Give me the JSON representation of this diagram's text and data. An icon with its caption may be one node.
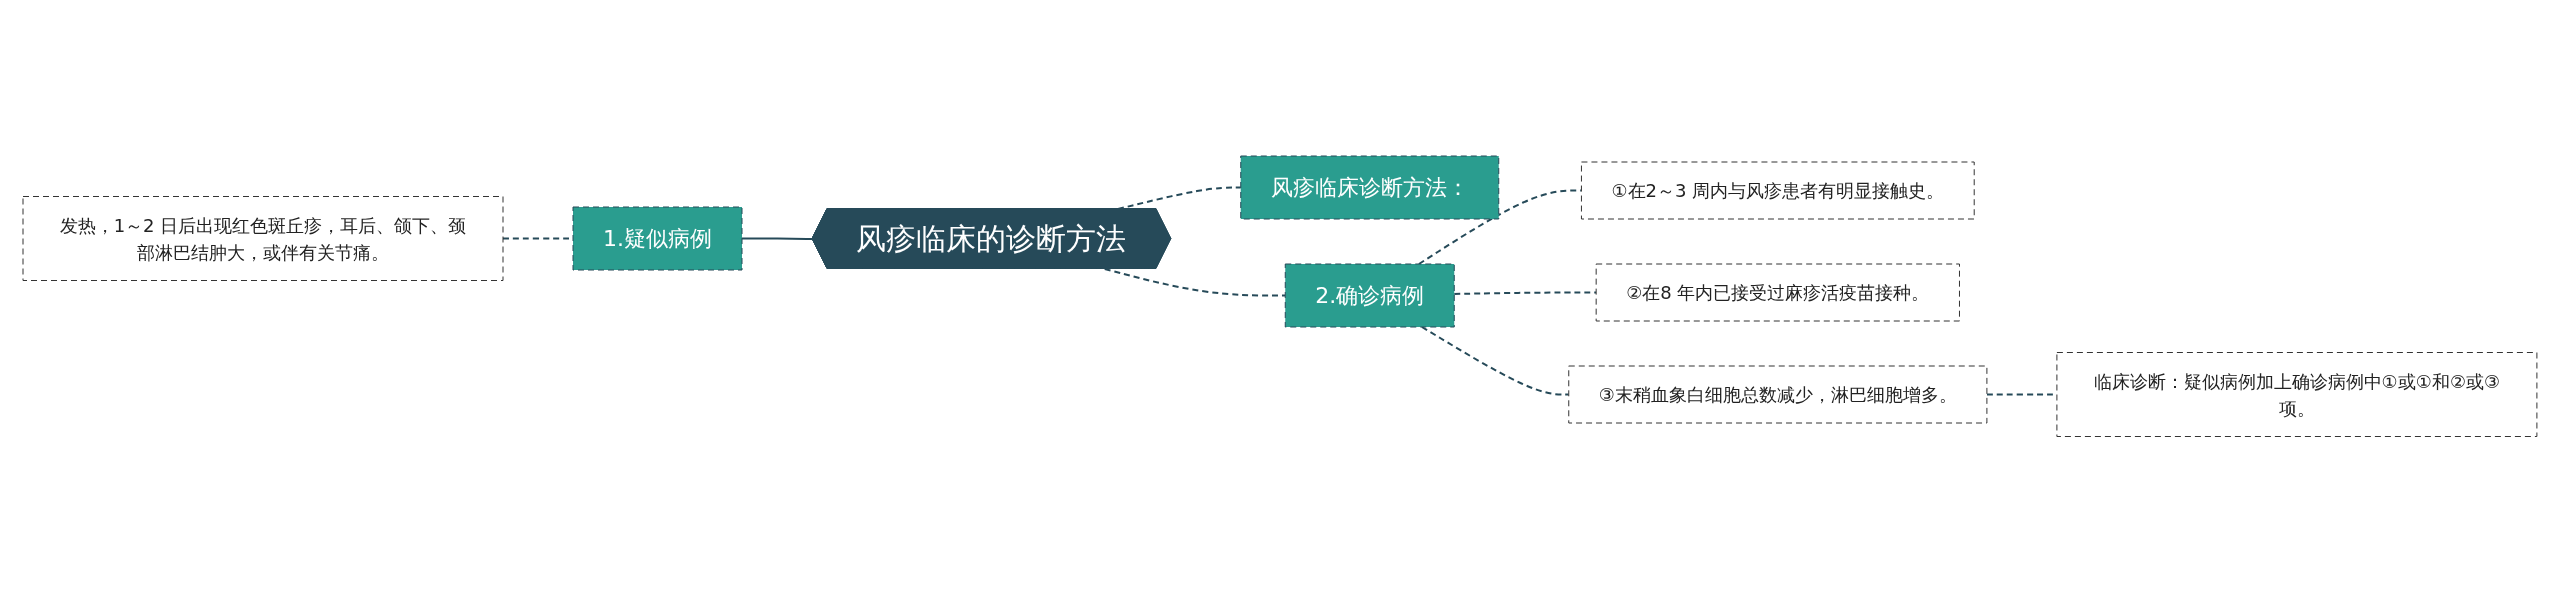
{
  "diagram": {
    "nodes": [
      {
        "text": [
          "发热，1～2 日后出现红色斑丘疹，耳后、颌下、颈部淋巴结肿大，或伴有关节痛。"
        ]
      },
      {
        "text": [
          "1.疑似病例"
        ]
      },
      {
        "text": [
          "风疹临床的诊断方法"
        ]
      },
      {
        "text": [
          "风疹临床诊断方法："
        ]
      },
      {
        "text": [
          "2.确诊病例"
        ]
      },
      {
        "text": [
          "①在2～3 周内与风疹患者有明显接触史。"
        ]
      },
      {
        "text": [
          "②在8 年内已接受过麻疹活疫苗接种。"
        ]
      },
      {
        "text": [
          "③末稍血象白细胞总数减少，淋巴细胞增多。"
        ]
      },
      {
        "text": [
          "临床诊断：疑似病例加上确诊病例中①或①和②或③项。"
        ]
      }
    ],
    "edges": [
      {
        "from": 0,
        "to": 1,
        "arrow": "none",
        "style": "dashed"
      },
      {
        "from": 1,
        "to": 2,
        "arrow": "none"
      },
      {
        "from": 2,
        "to": 3,
        "arrow": "none",
        "style": "dashed"
      },
      {
        "from": 2,
        "to": 4,
        "arrow": "none",
        "style": "dashed"
      },
      {
        "from": 4,
        "to": 5,
        "arrow": "none",
        "style": "dashed"
      },
      {
        "from": 4,
        "to": 6,
        "arrow": "none",
        "style": "dashed"
      },
      {
        "from": 4,
        "to": 7,
        "arrow": "none",
        "style": "dashed"
      },
      {
        "from": 7,
        "to": 8,
        "arrow": "none",
        "style": "dashed"
      }
    ]
  }
}
